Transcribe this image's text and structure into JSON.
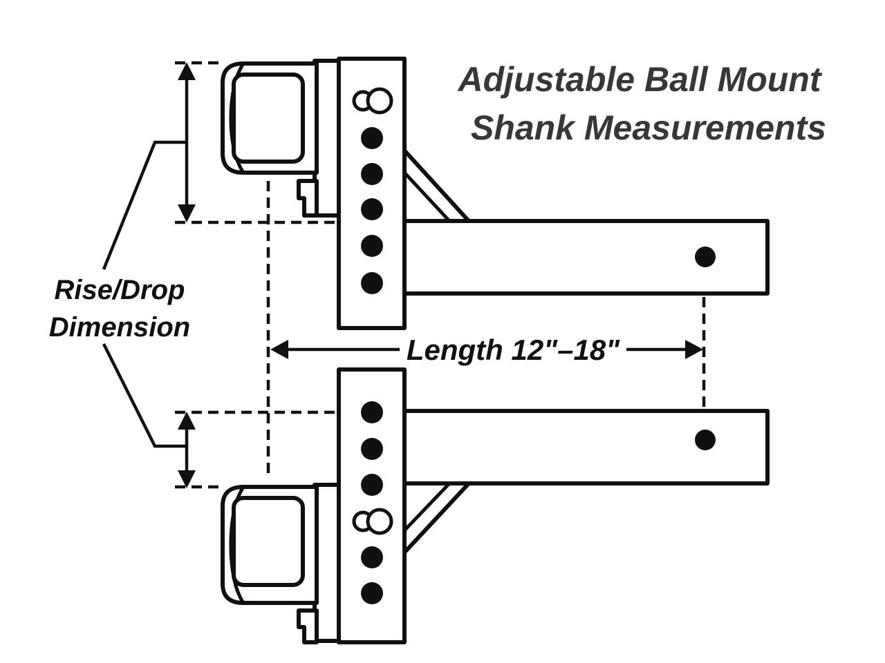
{
  "title": {
    "line1": "Adjustable Ball Mount",
    "line2": "Shank Measurements"
  },
  "labels": {
    "rise_drop_line1": "Rise/Drop",
    "rise_drop_line2": "Dimension",
    "length_dimension": "Length 12\"–18\""
  },
  "colors": {
    "background": "#ffffff",
    "line": "#101010",
    "title_text": "#373737"
  }
}
